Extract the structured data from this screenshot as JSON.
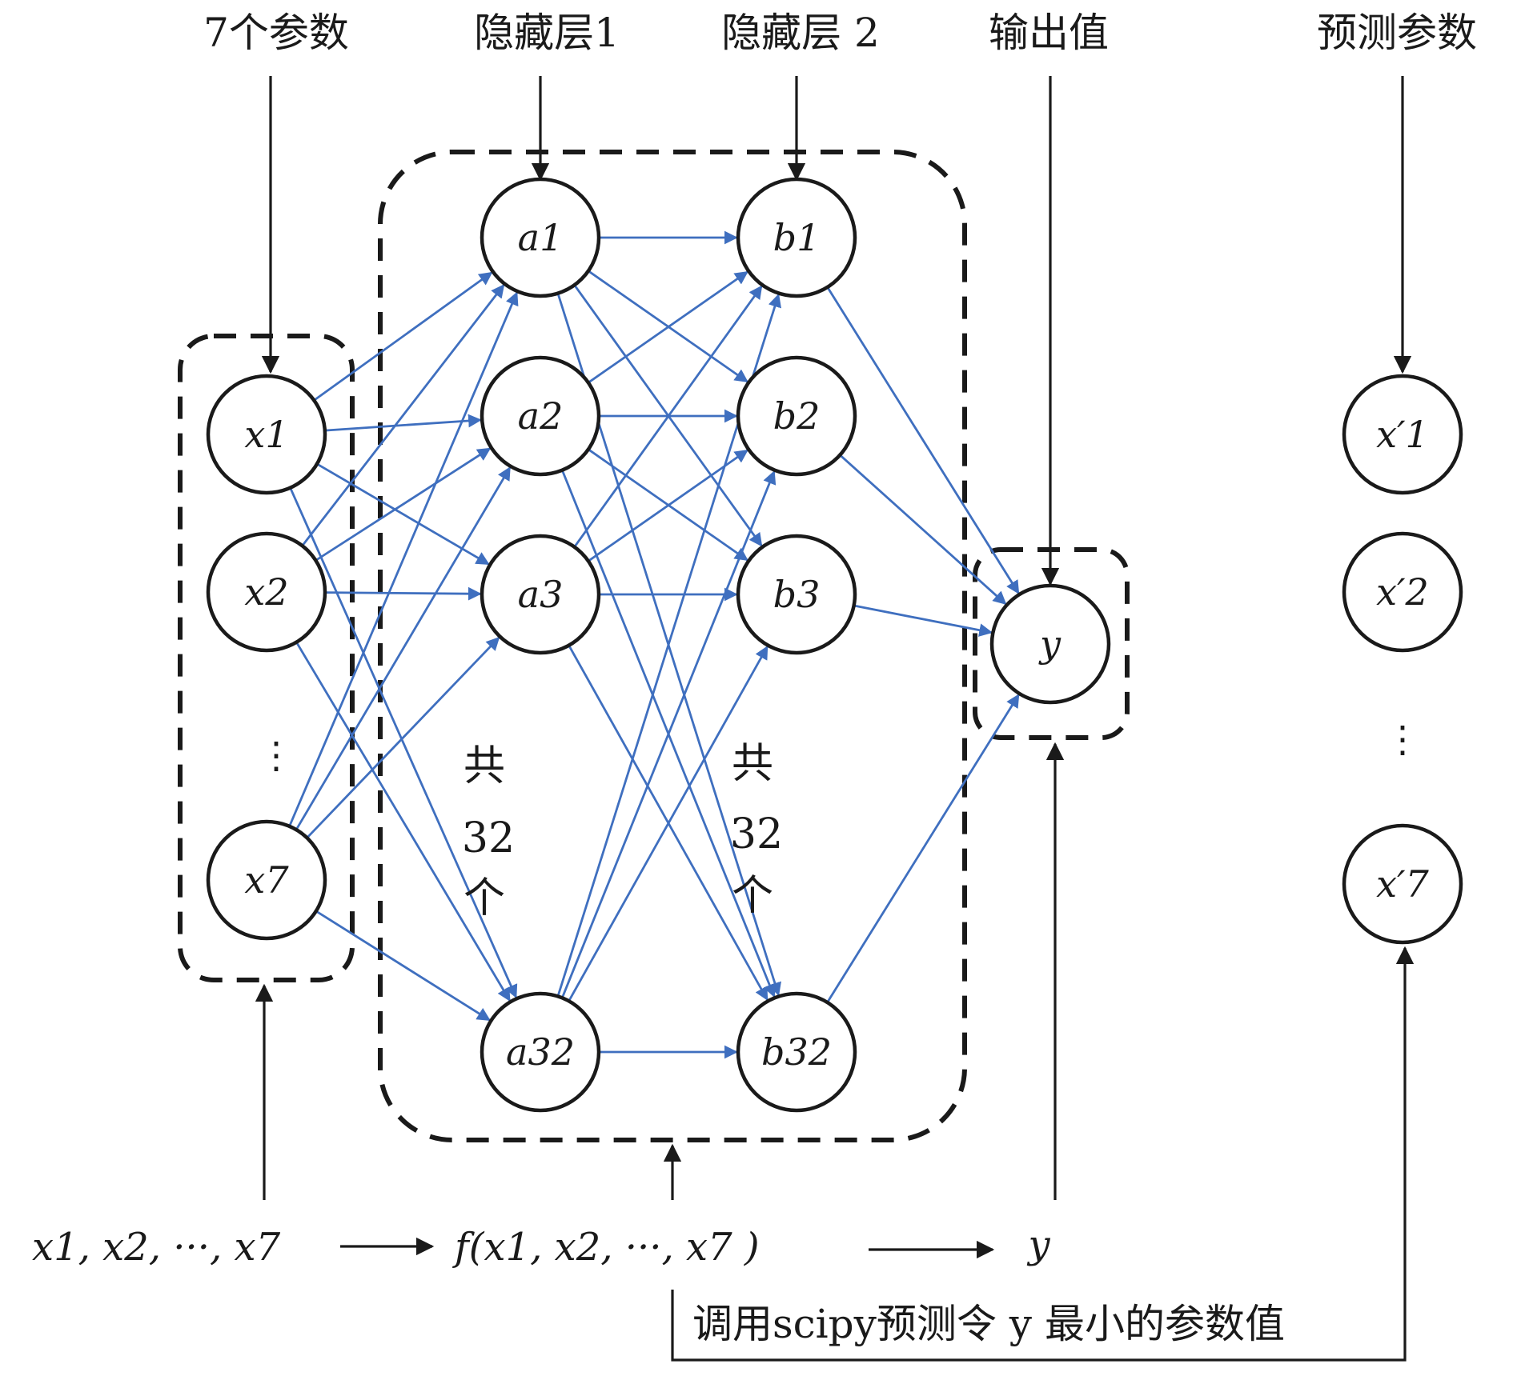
{
  "headers": {
    "input": "7个参数",
    "hidden1": "隐藏层1",
    "hidden2": "隐藏层 2",
    "output": "输出值",
    "predicted": "预测参数"
  },
  "nodes": {
    "input": [
      "x1",
      "x2",
      "x7"
    ],
    "hidden1": [
      "a1",
      "a2",
      "a3",
      "a32"
    ],
    "hidden2": [
      "b1",
      "b2",
      "b3",
      "b32"
    ],
    "output": "y",
    "predicted": [
      "x′1",
      "x′2",
      "x′7"
    ]
  },
  "ellipsis": "⋮",
  "layer_counts": {
    "hidden1": [
      "共",
      "32",
      "个"
    ],
    "hidden2": [
      "共",
      "32",
      "个"
    ]
  },
  "formula": {
    "inputs": "x1, x2, ···, x7",
    "function": "f(x1, x2, ···, x7 )",
    "output": "y"
  },
  "bottom_note": "调用scipy预测令 y 最小的参数值",
  "colors": {
    "connection": "#3f6fbf",
    "stroke": "#1a1a1a"
  }
}
